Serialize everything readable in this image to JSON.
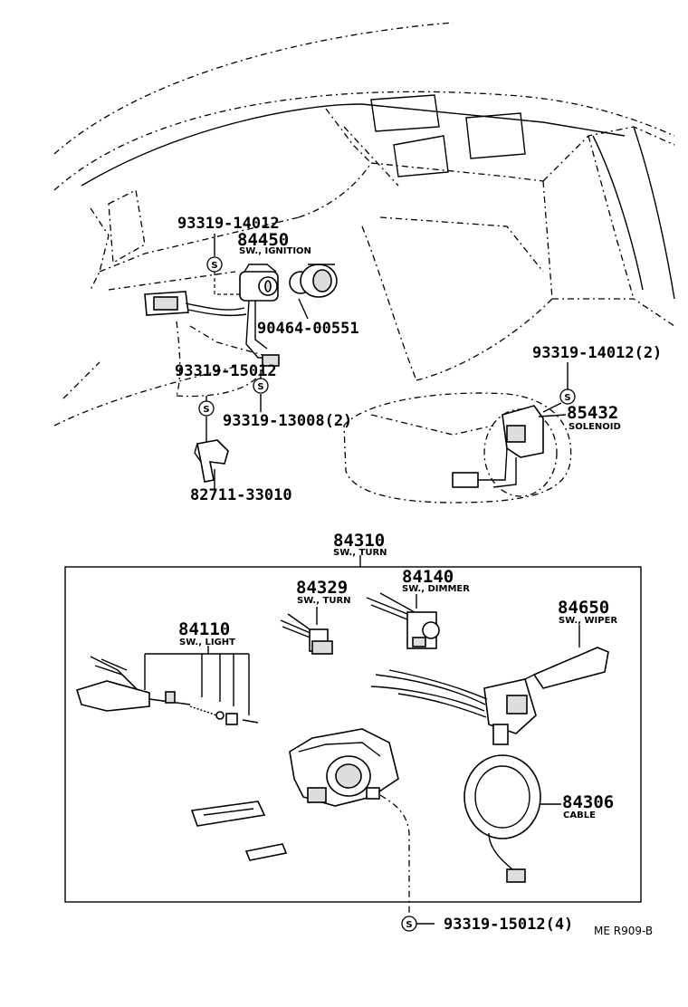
{
  "parts": {
    "p93319_14012_a": "93319-14012",
    "p84450": "84450",
    "p84450_cap": "SW., IGNITION",
    "p90464": "90464-00551",
    "p93319_15012_a": "93319-15012",
    "p93319_13008": "93319-13008(2)",
    "p82711": "82711-33010",
    "p93319_14012_b": "93319-14012(2)",
    "p85432": "85432",
    "p85432_cap": "SOLENOID",
    "p84310": "84310",
    "p84310_cap": "SW., TURN",
    "p84329": "84329",
    "p84329_cap": "SW., TURN",
    "p84140": "84140",
    "p84140_cap": "SW., DIMMER",
    "p84650": "84650",
    "p84650_cap": "SW., WIPER",
    "p84110": "84110",
    "p84110_cap": "SW., LIGHT",
    "p84306": "84306",
    "p84306_cap": "CABLE",
    "p93319_15012_b": "93319-15012(4)"
  },
  "screw_symbol": "S",
  "ref_code": "ME R909-B"
}
